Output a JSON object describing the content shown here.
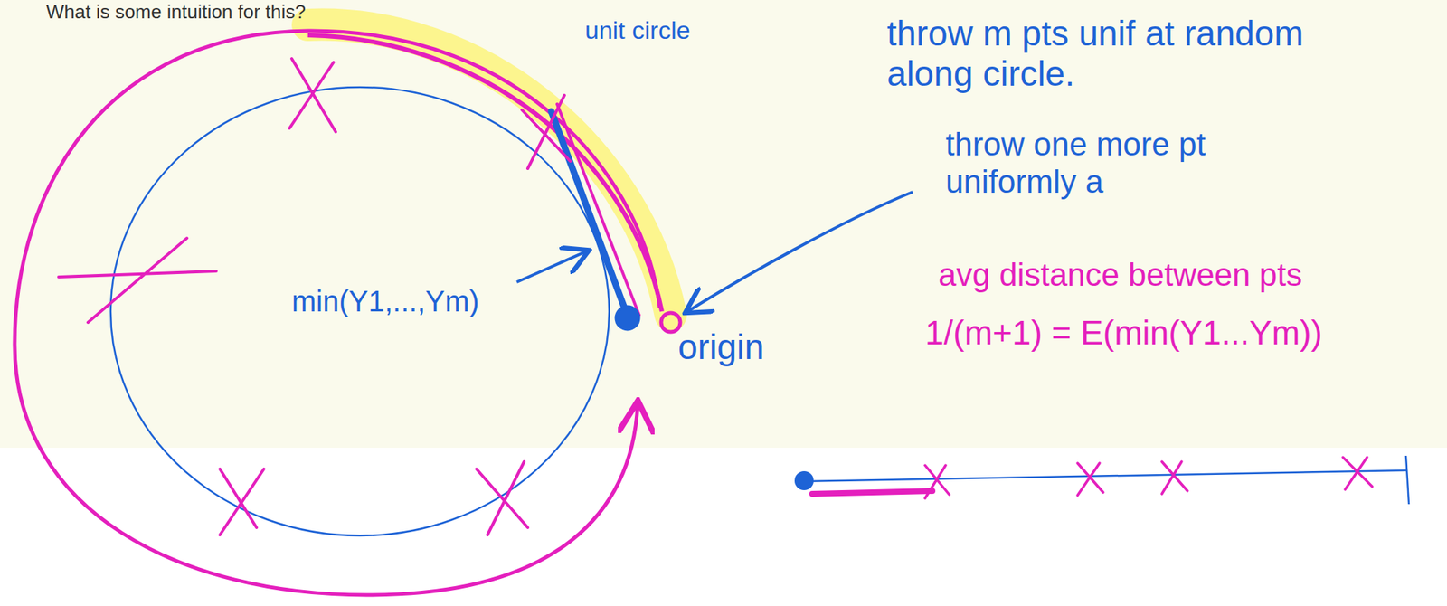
{
  "diagram": {
    "labels": [
      "What is some intuition for this?",
      "unit circle",
      "throw m pts unif at random along circle.",
      "throw one more pt uniformly a",
      "origin",
      "min(Y1,...,Ym)",
      "avg distance between pts",
      "1/(m+1) = E(min(Y1...Ym))"
    ]
  }
}
